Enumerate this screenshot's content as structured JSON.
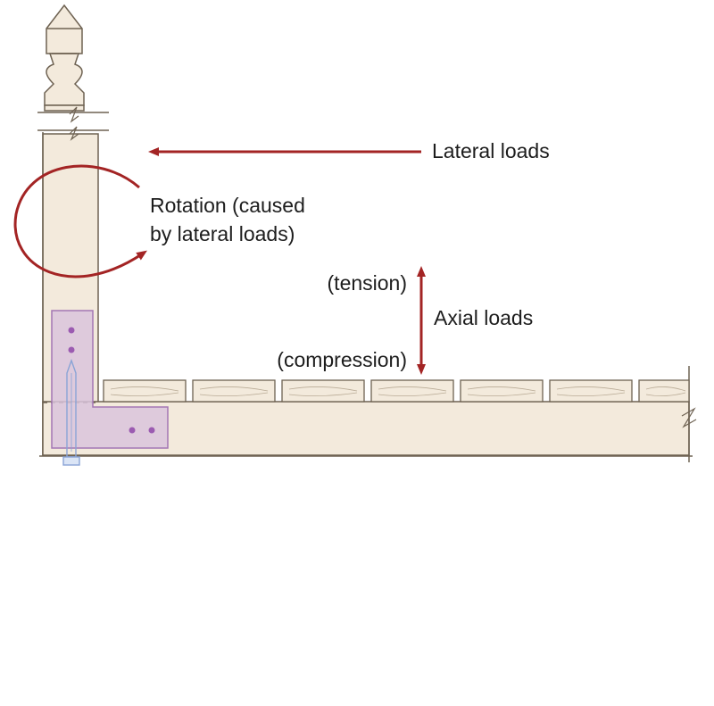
{
  "labels": {
    "lateral": "Lateral loads",
    "rotation_line1": "Rotation (caused",
    "rotation_line2": "by lateral loads)",
    "tension": "(tension)",
    "axial": "Axial loads",
    "compression": "(compression)"
  },
  "colors": {
    "arrow": "#a32424",
    "wood_fill": "#f3eadc",
    "wood_outline": "#6e6252",
    "bracket_fill": "#d9c4dc",
    "bracket_outline": "#a376b3",
    "bolt": "#8aa4d6"
  }
}
